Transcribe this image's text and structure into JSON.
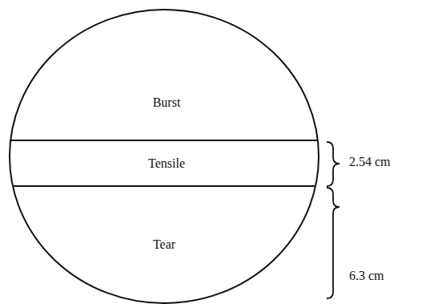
{
  "diagram": {
    "nodes": [
      {
        "text": [
          "Burst"
        ]
      },
      {
        "text": [
          "Tensile"
        ]
      },
      {
        "text": [
          "Tear"
        ]
      }
    ],
    "labels": [
      "2.54 cm",
      "6.3 cm"
    ]
  }
}
